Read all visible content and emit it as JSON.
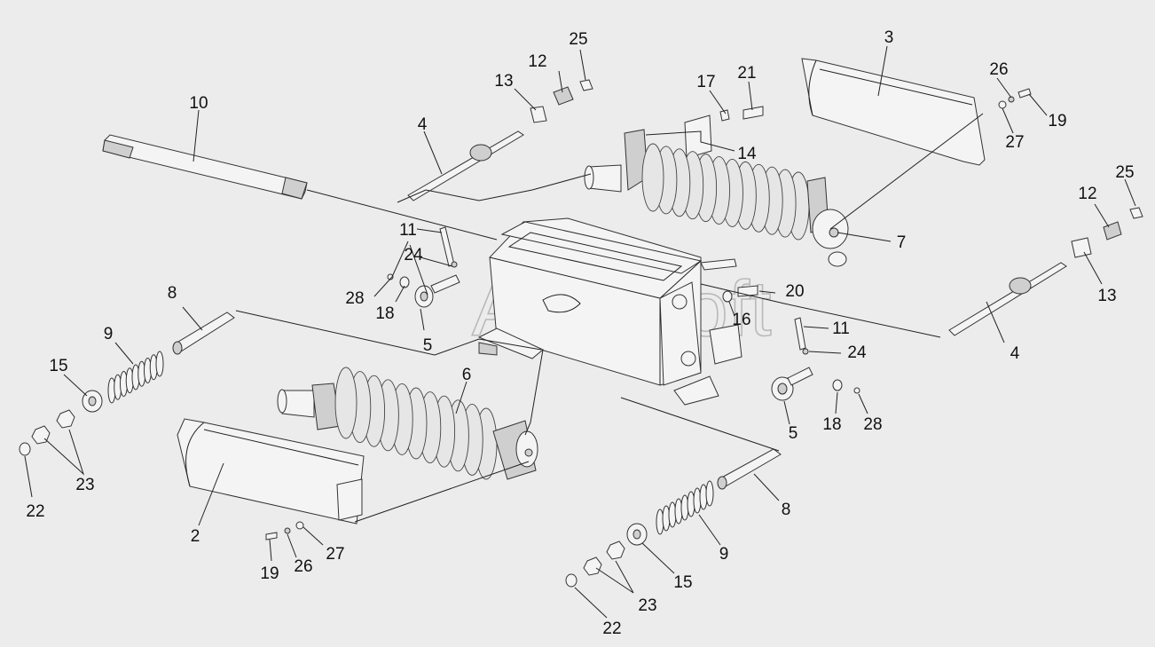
{
  "diagram": {
    "watermark": "AutoSoft",
    "callouts": [
      {
        "id": "c-10",
        "text": "10"
      },
      {
        "id": "c-4a",
        "text": "4"
      },
      {
        "id": "c-13a",
        "text": "13"
      },
      {
        "id": "c-12a",
        "text": "12"
      },
      {
        "id": "c-25a",
        "text": "25"
      },
      {
        "id": "c-17",
        "text": "17"
      },
      {
        "id": "c-21",
        "text": "21"
      },
      {
        "id": "c-14",
        "text": "14"
      },
      {
        "id": "c-3",
        "text": "3"
      },
      {
        "id": "c-26a",
        "text": "26"
      },
      {
        "id": "c-27a",
        "text": "27"
      },
      {
        "id": "c-19a",
        "text": "19"
      },
      {
        "id": "c-7",
        "text": "7"
      },
      {
        "id": "c-25b",
        "text": "25"
      },
      {
        "id": "c-12b",
        "text": "12"
      },
      {
        "id": "c-13b",
        "text": "13"
      },
      {
        "id": "c-11a",
        "text": "11"
      },
      {
        "id": "c-24a",
        "text": "24"
      },
      {
        "id": "c-28a",
        "text": "28"
      },
      {
        "id": "c-18a",
        "text": "18"
      },
      {
        "id": "c-5a",
        "text": "5"
      },
      {
        "id": "c-20",
        "text": "20"
      },
      {
        "id": "c-16",
        "text": "16"
      },
      {
        "id": "c-11b",
        "text": "11"
      },
      {
        "id": "c-24b",
        "text": "24"
      },
      {
        "id": "c-4b",
        "text": "4"
      },
      {
        "id": "c-8a",
        "text": "8"
      },
      {
        "id": "c-9a",
        "text": "9"
      },
      {
        "id": "c-15a",
        "text": "15"
      },
      {
        "id": "c-23a",
        "text": "23"
      },
      {
        "id": "c-22a",
        "text": "22"
      },
      {
        "id": "c-6",
        "text": "6"
      },
      {
        "id": "c-5b",
        "text": "5"
      },
      {
        "id": "c-18b",
        "text": "18"
      },
      {
        "id": "c-28b",
        "text": "28"
      },
      {
        "id": "c-2",
        "text": "2"
      },
      {
        "id": "c-19b",
        "text": "19"
      },
      {
        "id": "c-26b",
        "text": "26"
      },
      {
        "id": "c-27b",
        "text": "27"
      },
      {
        "id": "c-8b",
        "text": "8"
      },
      {
        "id": "c-9b",
        "text": "9"
      },
      {
        "id": "c-15b",
        "text": "15"
      },
      {
        "id": "c-23b",
        "text": "23"
      },
      {
        "id": "c-22b",
        "text": "22"
      }
    ]
  }
}
